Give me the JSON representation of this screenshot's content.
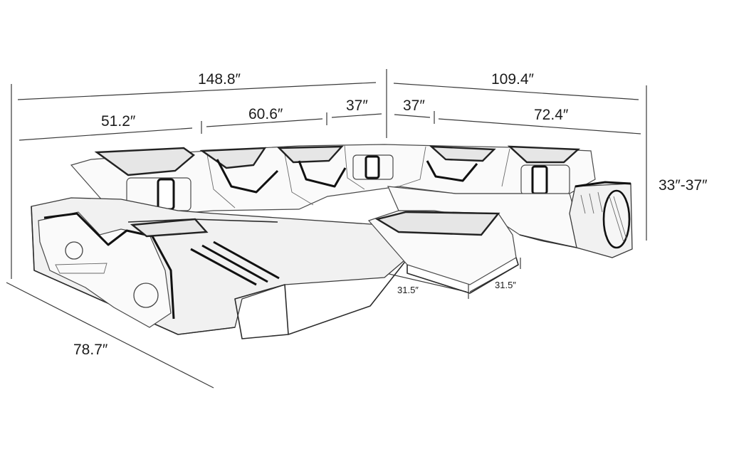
{
  "diagram": {
    "subject": "U-shaped sectional sofa with ottoman — dimension drawing",
    "style": "pencil line-art sketch on white background",
    "dimensions": {
      "total_left_width": "148.8″",
      "left_segment_a": "51.2″",
      "left_segment_b": "60.6″",
      "left_segment_c": "37″",
      "total_right_width": "109.4″",
      "right_segment_a": "37″",
      "right_segment_b": "72.4″",
      "height": "33″-37″",
      "chaise_depth": "78.7″",
      "ottoman_length": "31.5″",
      "ottoman_width": "31.5″"
    },
    "colors": {
      "background": "#ffffff",
      "line": "#2b2b2b",
      "text": "#1c1c1c"
    }
  }
}
